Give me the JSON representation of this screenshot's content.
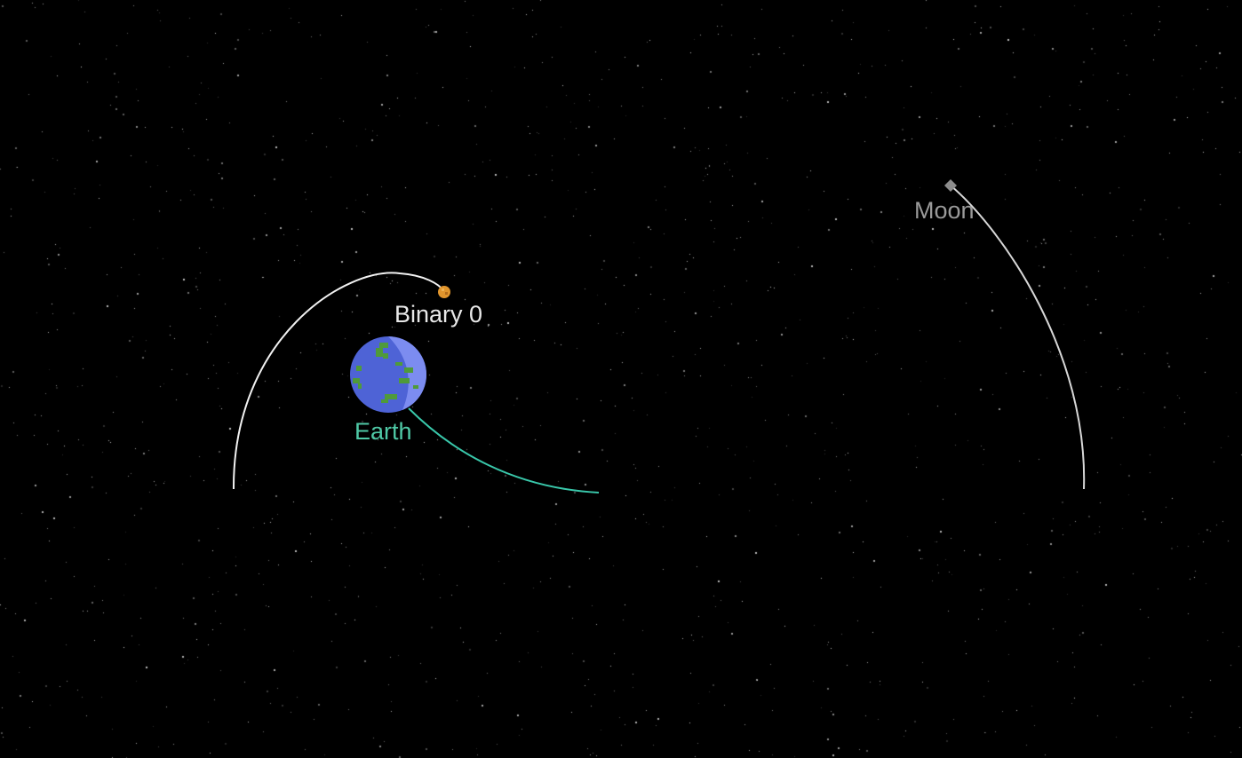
{
  "bodies": {
    "binary": {
      "label": "Binary 0",
      "label_color": "#e8e8e8",
      "sprite_color": "#e2962d",
      "orbit_color": "#f2f2f2"
    },
    "earth": {
      "label": "Earth",
      "label_color": "#4fc9a6",
      "ocean_color": "#4e63d6",
      "ocean_light_color": "#7c8cf0",
      "land_color": "#4f9a3a",
      "orbit_color": "#39c7aa"
    },
    "moon": {
      "label": "Moon",
      "label_color": "#9a9a9a",
      "sprite_color": "#8c8c8c",
      "orbit_color": "#d8d8d8"
    }
  },
  "background_color": "#000000",
  "star_color": "#ffffff"
}
